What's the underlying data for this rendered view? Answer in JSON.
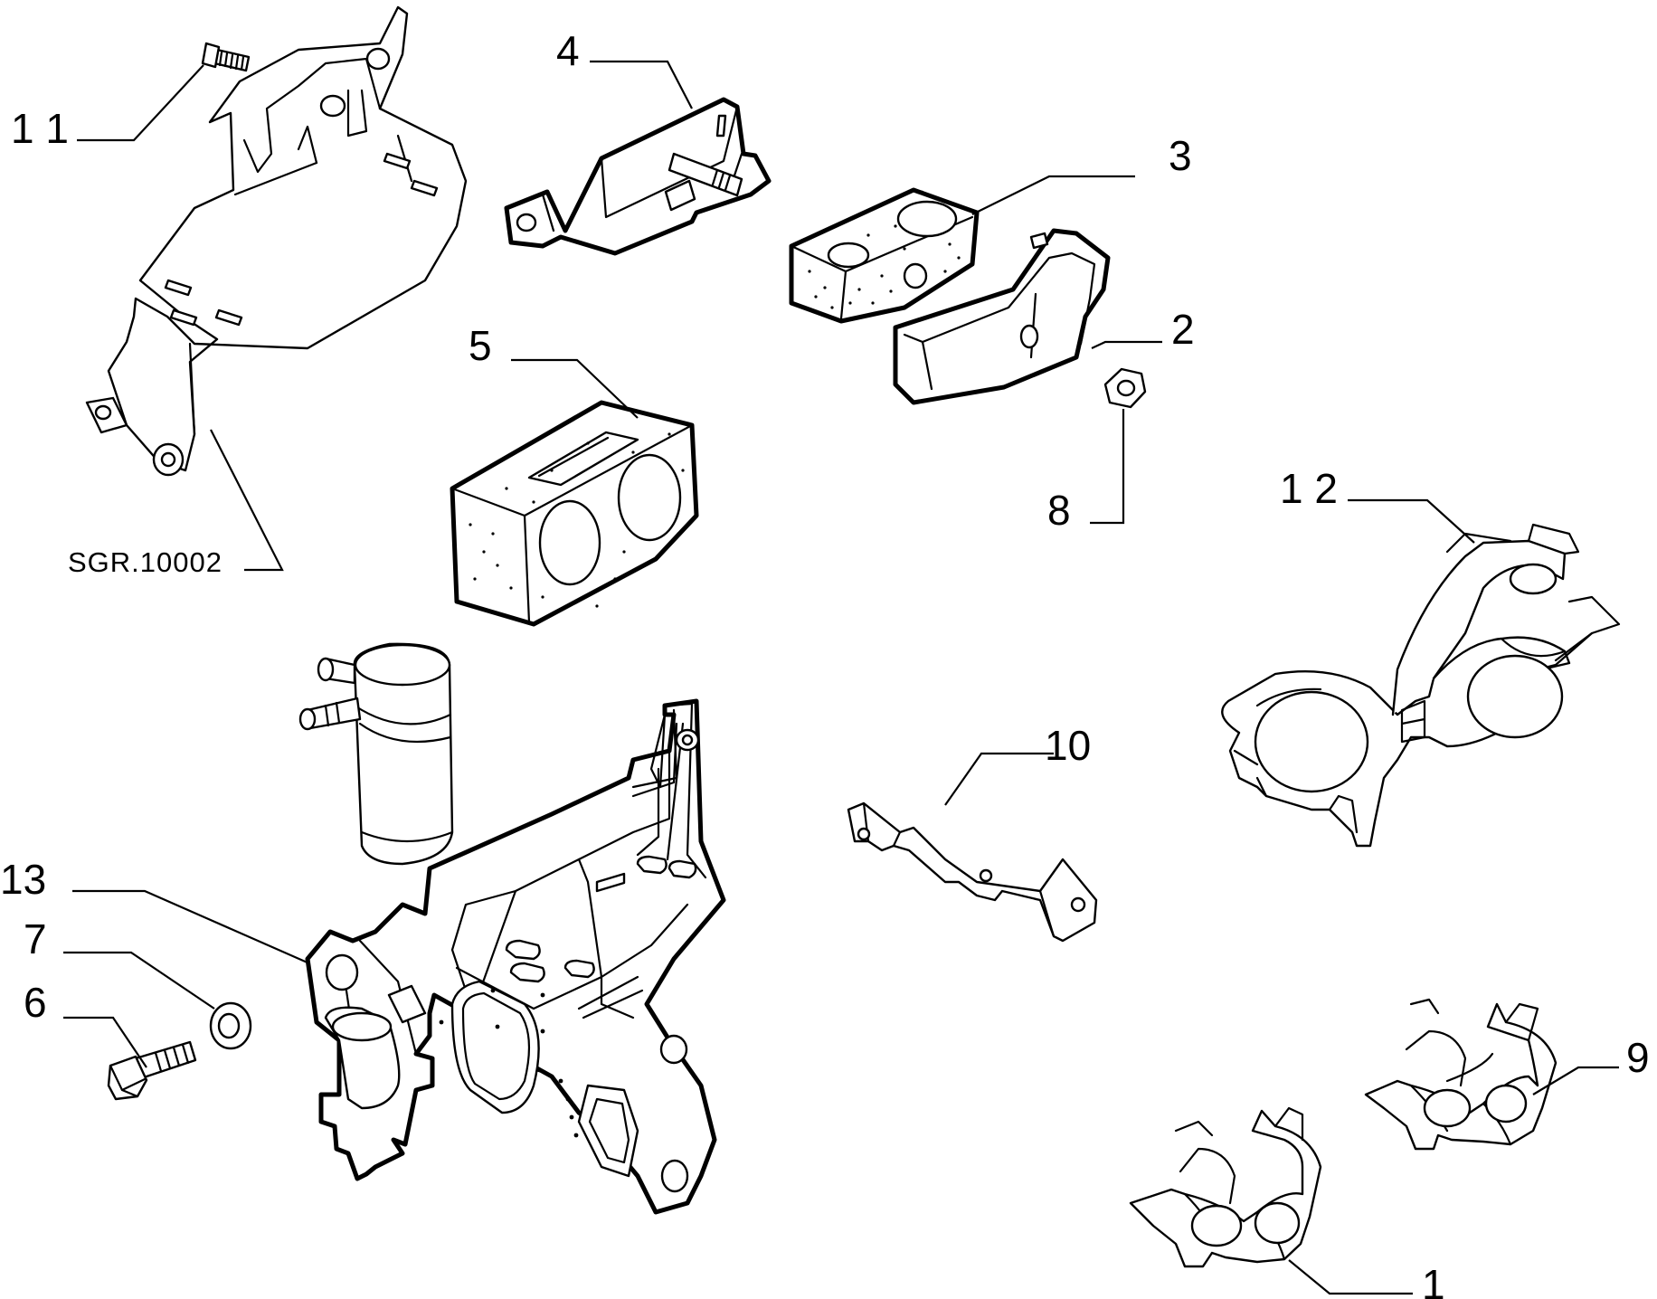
{
  "drawing": {
    "code": "SGR.10002",
    "callouts": {
      "c1": "1",
      "c2": "2",
      "c3": "3",
      "c4": "4",
      "c5": "5",
      "c6": "6",
      "c7": "7",
      "c8": "8",
      "c9": "9",
      "c10": "10",
      "c11": "1 1",
      "c12": "1 2",
      "c13": "13"
    }
  }
}
